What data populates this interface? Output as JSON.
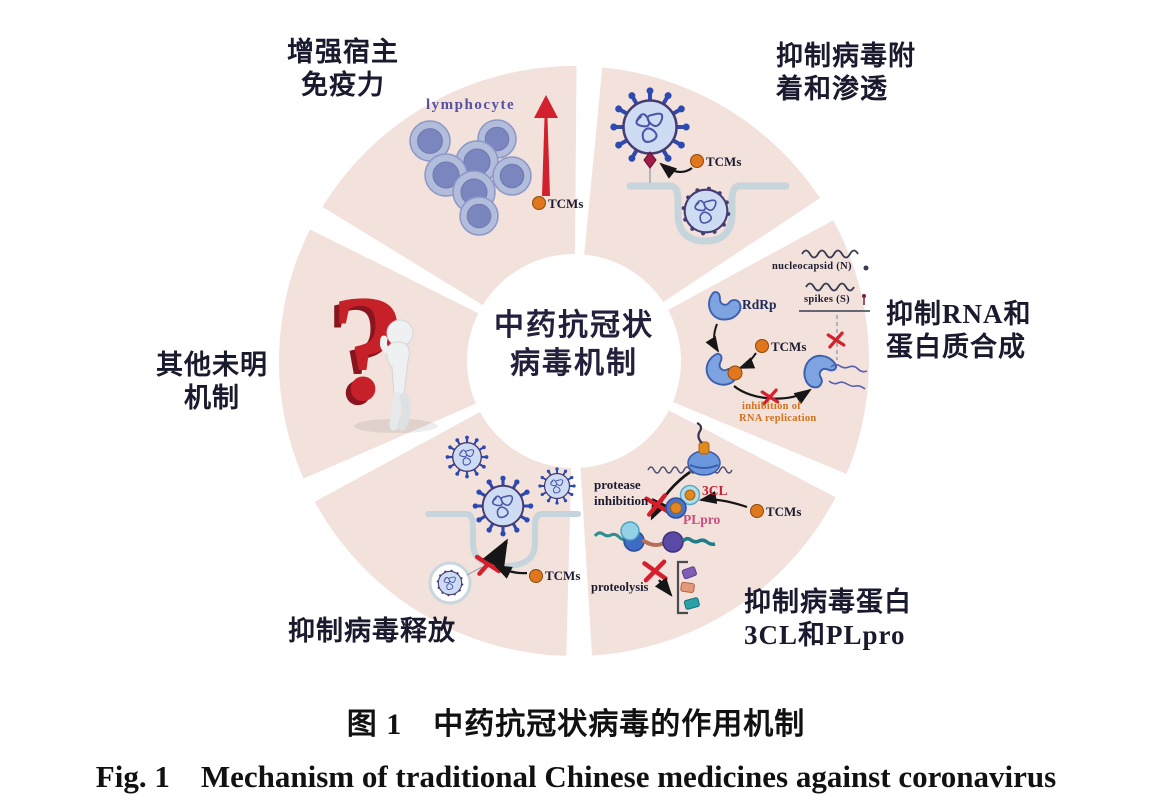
{
  "figure_title": {
    "line1": "中药抗冠状",
    "line2": "病毒机制"
  },
  "captions": {
    "cn": "图 1　中药抗冠状病毒的作用机制",
    "en": "Fig. 1　Mechanism of traditional Chinese medicines against coronavirus"
  },
  "segments": {
    "immunity": {
      "label_line1": "增强宿主",
      "label_line2": "免疫力",
      "cell_label": "lymphocyte",
      "tcm": "TCMs"
    },
    "attachment": {
      "label_line1": "抑制病毒附",
      "label_line2": "着和渗透",
      "tcm": "TCMs"
    },
    "rna": {
      "label_line1": "抑制RNA和",
      "label_line2": "蛋白质合成",
      "nucleocapsid": "nucleocapsid (N)",
      "spikes": "spikes (S)",
      "rdrp": "RdRp",
      "tcm": "TCMs",
      "inhibition_line1": "inhibition of",
      "inhibition_line2": "RNA replication"
    },
    "protein": {
      "label_line1": "抑制病毒蛋白",
      "label_line2": "3CL和PLpro",
      "protease_line1": "protease",
      "protease_line2": "inhibition",
      "enzyme_3cl": "3CL",
      "enzyme_plpro": "PLpro",
      "proteolysis": "proteolysis",
      "tcm": "TCMs"
    },
    "release": {
      "label": "抑制病毒释放",
      "tcm": "TCMs"
    },
    "unknown": {
      "label_line1": "其他未明",
      "label_line2": "机制",
      "question_mark": "?"
    }
  },
  "colors": {
    "wedge": "#f3e1db",
    "tcm_orange": "#e0771d",
    "red_arrow": "#d2202e",
    "x_mark": "#d41f2c",
    "virus_spike": "#2d49b2",
    "virus_body": "#cedcf3",
    "virus_outline": "#453c74",
    "rna_squiggle": "#4a55a8",
    "membrane": "#c6d4dc",
    "question_red": "#c62129"
  }
}
